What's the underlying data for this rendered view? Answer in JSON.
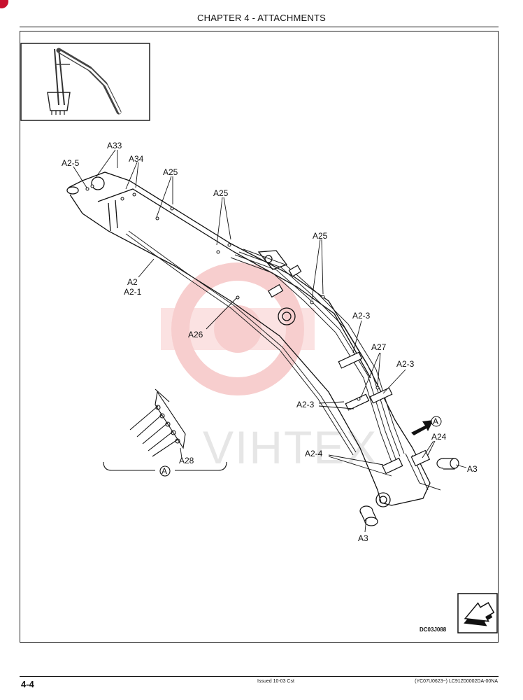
{
  "header": {
    "chapter_title": "CHAPTER 4 - ATTACHMENTS"
  },
  "diagram": {
    "callouts": {
      "a33": "A33",
      "a2_5": "A2-5",
      "a34": "A34",
      "a25_1": "A25",
      "a25_2": "A25",
      "a25_3": "A25",
      "a2": "A2",
      "a2_1": "A2-1",
      "a26": "A26",
      "a2_3_1": "A2-3",
      "a27": "A27",
      "a2_3_2": "A2-3",
      "a2_3_3": "A2-3",
      "a_marker_arrow": "A",
      "a24": "A24",
      "a2_4": "A2-4",
      "a3_1": "A3",
      "a3_2": "A3",
      "a28": "A28",
      "a_marker_detail": "A"
    },
    "figure_code": "DC03J088",
    "watermark": "VIHTEX"
  },
  "footer": {
    "page_number": "4-4",
    "issued": "Issued 10-03   Cst",
    "doc_code": "(YC07U0623~)   LC91Z00002DA-00NA"
  },
  "colors": {
    "watermark": "#f6c6c6",
    "accent": "#c8102e",
    "ink": "#111111"
  }
}
